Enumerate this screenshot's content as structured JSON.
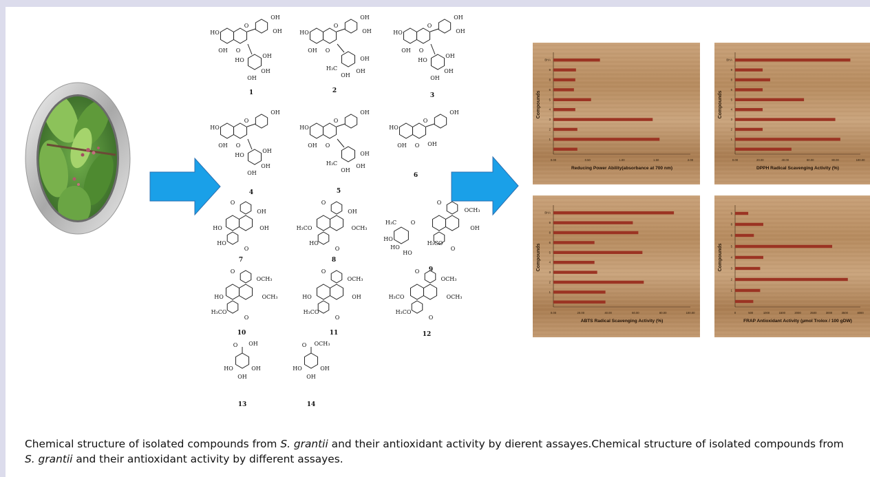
{
  "figure": {
    "compound_numbers": [
      "1",
      "2",
      "3",
      "4",
      "5",
      "6",
      "7",
      "8",
      "9",
      "10",
      "11",
      "12",
      "13",
      "14"
    ],
    "atom_labels": {
      "ho": "HO",
      "oh": "OH",
      "o": "O",
      "och3": "OCH₃",
      "h3co": "H₃CO",
      "h3c": "H₃C"
    },
    "arrow_color": "#1aa0e8"
  },
  "chart_data": [
    {
      "type": "bar",
      "xlabel": "Reducing Power Ability(absorbance at 700 nm)",
      "ylabel": "Compounds",
      "categories": [
        "BHA",
        "9",
        "8",
        "6",
        "5",
        "4",
        "3",
        "2",
        "1"
      ],
      "xticks": [
        "0.00",
        "0.50",
        "1.00",
        "1.50",
        "2.00"
      ],
      "xlim": [
        0,
        2.0
      ],
      "values": [
        0.68,
        0.33,
        0.32,
        0.3,
        0.55,
        0.32,
        1.45,
        0.35,
        1.55,
        0.35
      ],
      "bar_color": "#9b3423"
    },
    {
      "type": "bar",
      "xlabel": "DPPH Radical Scavenging Activity (%)",
      "ylabel": "Compounds",
      "categories": [
        "BHA",
        "9",
        "8",
        "6",
        "5",
        "4",
        "3",
        "2",
        "1"
      ],
      "xticks": [
        "0.00",
        "20.00",
        "40.00",
        "60.00",
        "80.00",
        "100.00"
      ],
      "xlim": [
        0,
        100
      ],
      "values": [
        92,
        22,
        28,
        22,
        55,
        22,
        80,
        22,
        84,
        45
      ],
      "bar_color": "#9b3423"
    },
    {
      "type": "bar",
      "xlabel": "ABTS Radical Scavenging Activity (%)",
      "ylabel": "Compounds",
      "categories": [
        "BHA",
        "9",
        "8",
        "6",
        "5",
        "4",
        "3",
        "2",
        "1"
      ],
      "xticks": [
        "0.00",
        "20.00",
        "40.00",
        "60.00",
        "80.00",
        "100.00"
      ],
      "xlim": [
        0,
        100
      ],
      "values": [
        88,
        58,
        62,
        30,
        65,
        30,
        32,
        66,
        38,
        38
      ],
      "bar_color": "#9b3423"
    },
    {
      "type": "bar",
      "xlabel": "FRAP Antioxidant Activity (µmol Trolox / 100 gDW)",
      "ylabel": "Compounds",
      "categories": [
        "9",
        "8",
        "6",
        "5",
        "4",
        "3",
        "2",
        "1"
      ],
      "xticks": [
        "0",
        "500",
        "1000",
        "1500",
        "2000",
        "2500",
        "3000",
        "3500",
        "4000"
      ],
      "xlim": [
        0,
        4000
      ],
      "values": [
        420,
        900,
        600,
        3100,
        900,
        800,
        3600,
        800,
        580
      ],
      "bar_color": "#9b3423"
    }
  ],
  "caption": {
    "part1": "Chemical structure of isolated compounds from ",
    "species": "S. grantii",
    "part2": " and their antioxidant activity by di­erent assayes.Chemical structure of isolated compounds from ",
    "species2": "S. grantii",
    "part3": " and their antioxidant activity by different assayes."
  }
}
